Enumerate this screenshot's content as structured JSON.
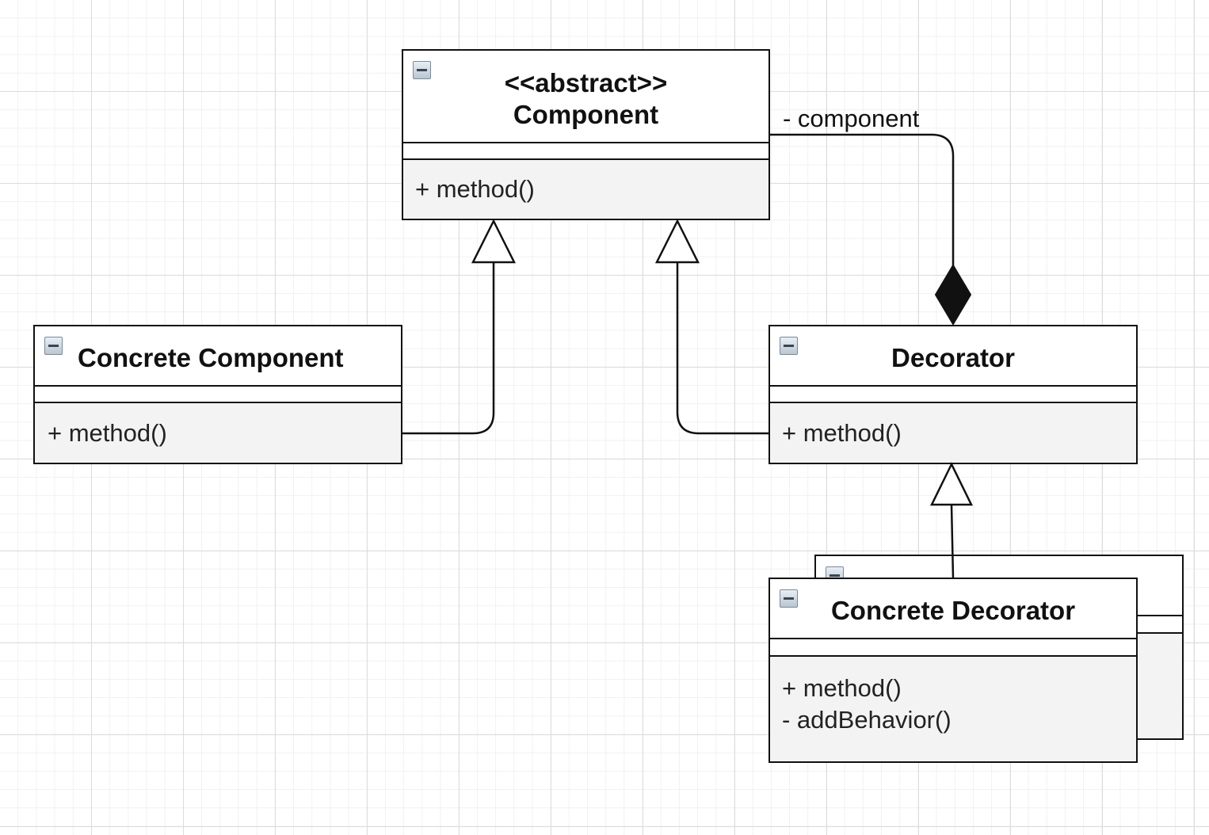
{
  "diagram": {
    "classes": {
      "component": {
        "stereotype": "<<abstract>>",
        "name": "Component",
        "operations": [
          "+ method()"
        ]
      },
      "concrete_component": {
        "name": "Concrete Component",
        "operations": [
          "+ method()"
        ]
      },
      "decorator": {
        "name": "Decorator",
        "operations": [
          "+ method()"
        ]
      },
      "concrete_decorator": {
        "name": "Concrete Decorator",
        "operations": [
          "+ method()",
          "- addBehavior()"
        ]
      }
    },
    "associations": {
      "composition_role": "- component"
    }
  }
}
